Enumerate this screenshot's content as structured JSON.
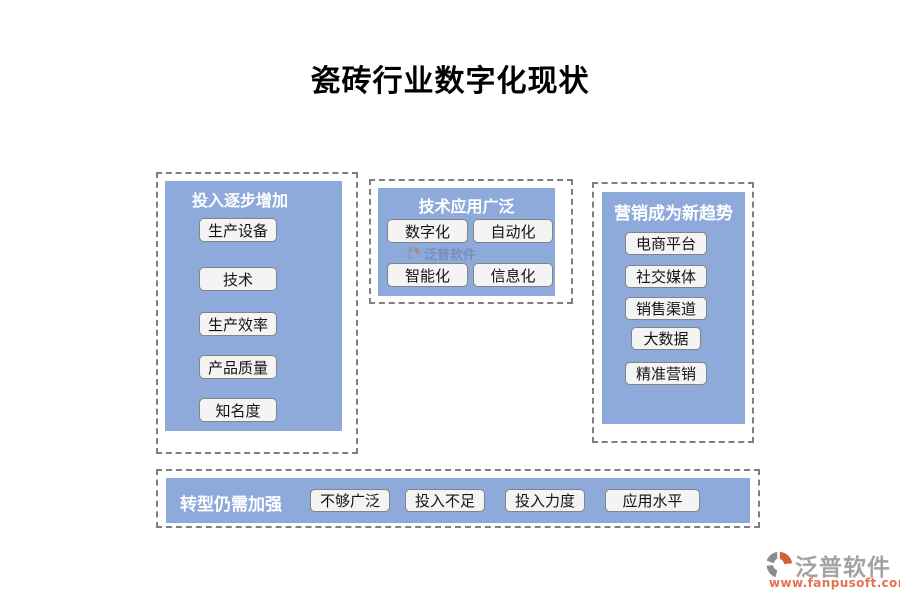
{
  "page_title": "瓷砖行业数字化现状",
  "panels": {
    "investment": {
      "title": "投入逐步增加",
      "items": [
        "生产设备",
        "技术",
        "生产效率",
        "产品质量",
        "知名度"
      ]
    },
    "technology": {
      "title": "技术应用广泛",
      "items": [
        "数字化",
        "自动化",
        "智能化",
        "信息化"
      ]
    },
    "marketing": {
      "title": "营销成为新趋势",
      "items": [
        "电商平台",
        "社交媒体",
        "销售渠道",
        "大数据",
        "精准营销"
      ]
    },
    "transformation": {
      "title": "转型仍需加强",
      "items": [
        "不够广泛",
        "投入不足",
        "投入力度",
        "应用水平"
      ]
    }
  },
  "watermark": {
    "brand": "泛普软件",
    "url": "www.fanpusoft.com"
  },
  "colors": {
    "panel_blue": "#8EAADB",
    "dashed_border": "#7F7F7F",
    "tag_background": "#F4F4F4",
    "brand_gray": "#A3A3A3",
    "brand_orange": "#E5734F"
  }
}
